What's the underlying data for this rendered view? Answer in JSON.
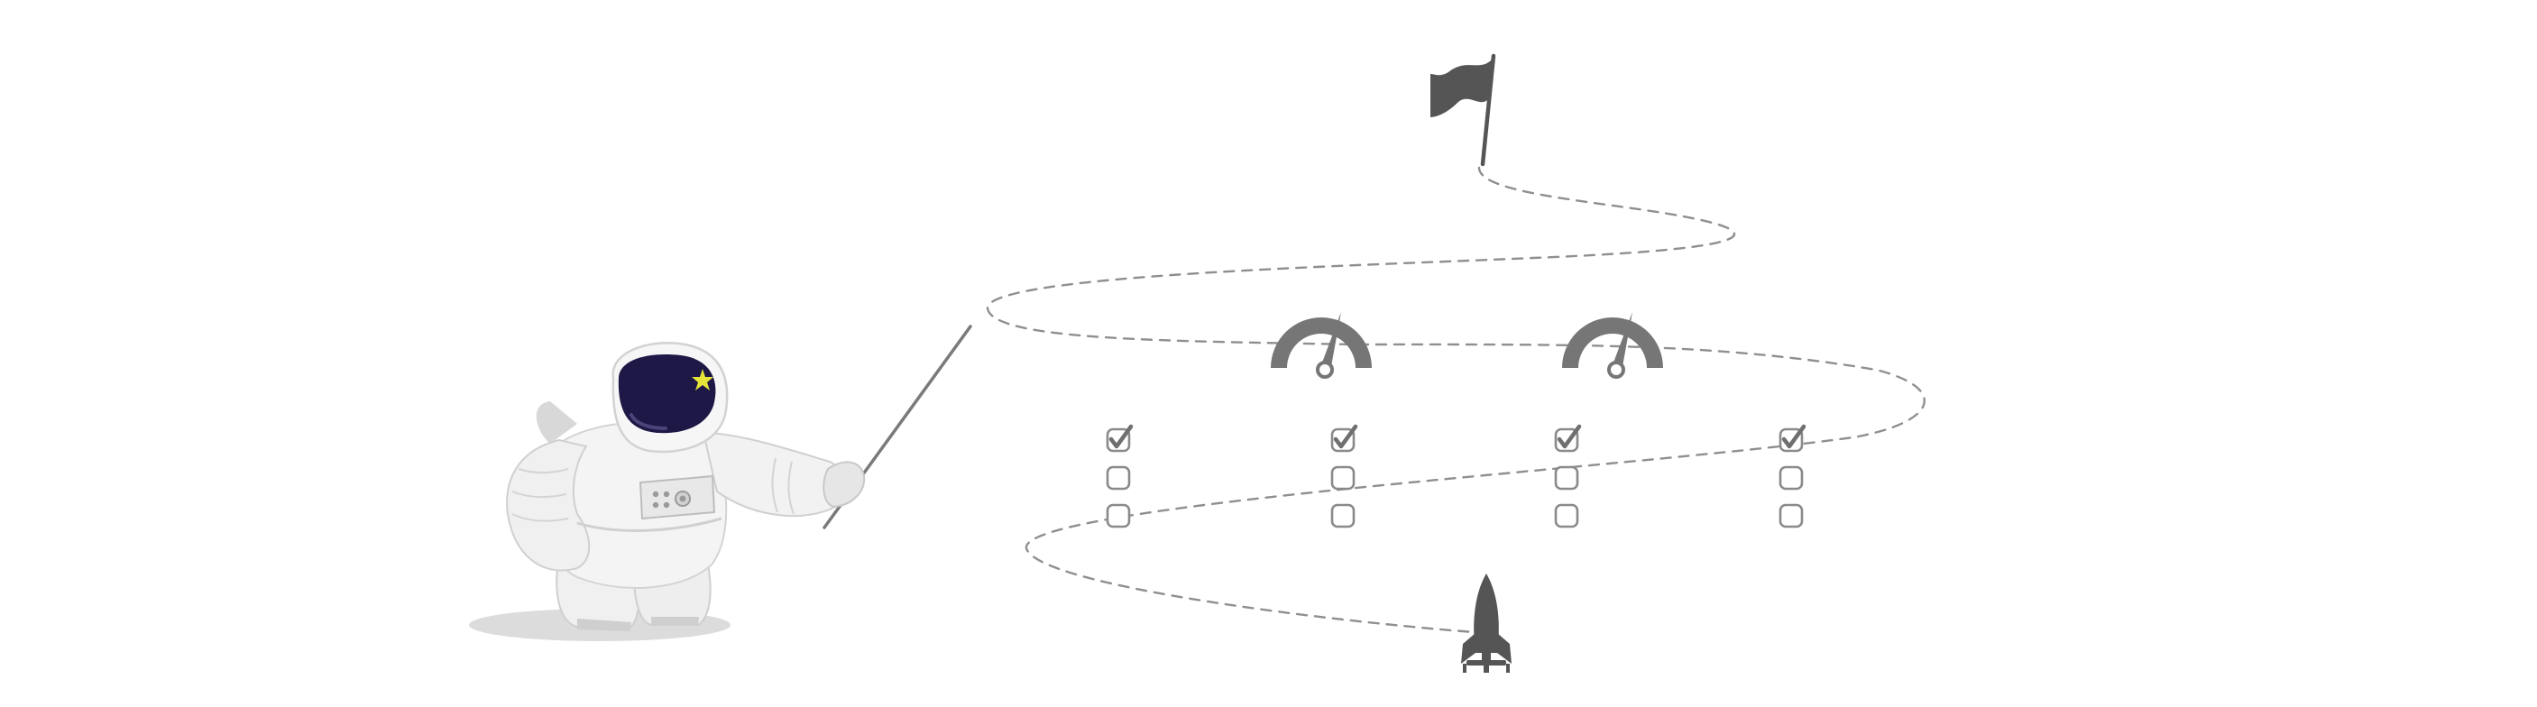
{
  "illustration": {
    "icons": {
      "goal": "flag-icon",
      "start": "rocket-icon",
      "speed": "speedometer-icon",
      "task": "checkbox-icon",
      "presenter": "astronaut-mascot"
    },
    "colors": {
      "background": "#ffffff",
      "path": "#8f8f8f",
      "icon_dark": "#555555",
      "gauge": "#767676",
      "visor": "#1e1846",
      "visor_star": "#e6e33a",
      "suit": "#f2f2f2",
      "suit_shadow": "#cfcfcf",
      "checkbox_border": "#8a8a8a"
    },
    "checklists": [
      {
        "items": [
          {
            "checked": true
          },
          {
            "checked": false
          },
          {
            "checked": false
          }
        ]
      },
      {
        "items": [
          {
            "checked": true
          },
          {
            "checked": false
          },
          {
            "checked": false
          }
        ]
      },
      {
        "items": [
          {
            "checked": true
          },
          {
            "checked": false
          },
          {
            "checked": false
          }
        ]
      },
      {
        "items": [
          {
            "checked": true
          },
          {
            "checked": false
          },
          {
            "checked": false
          }
        ]
      }
    ],
    "gauges": [
      {
        "level": 0.6
      },
      {
        "level": 0.6
      }
    ]
  }
}
